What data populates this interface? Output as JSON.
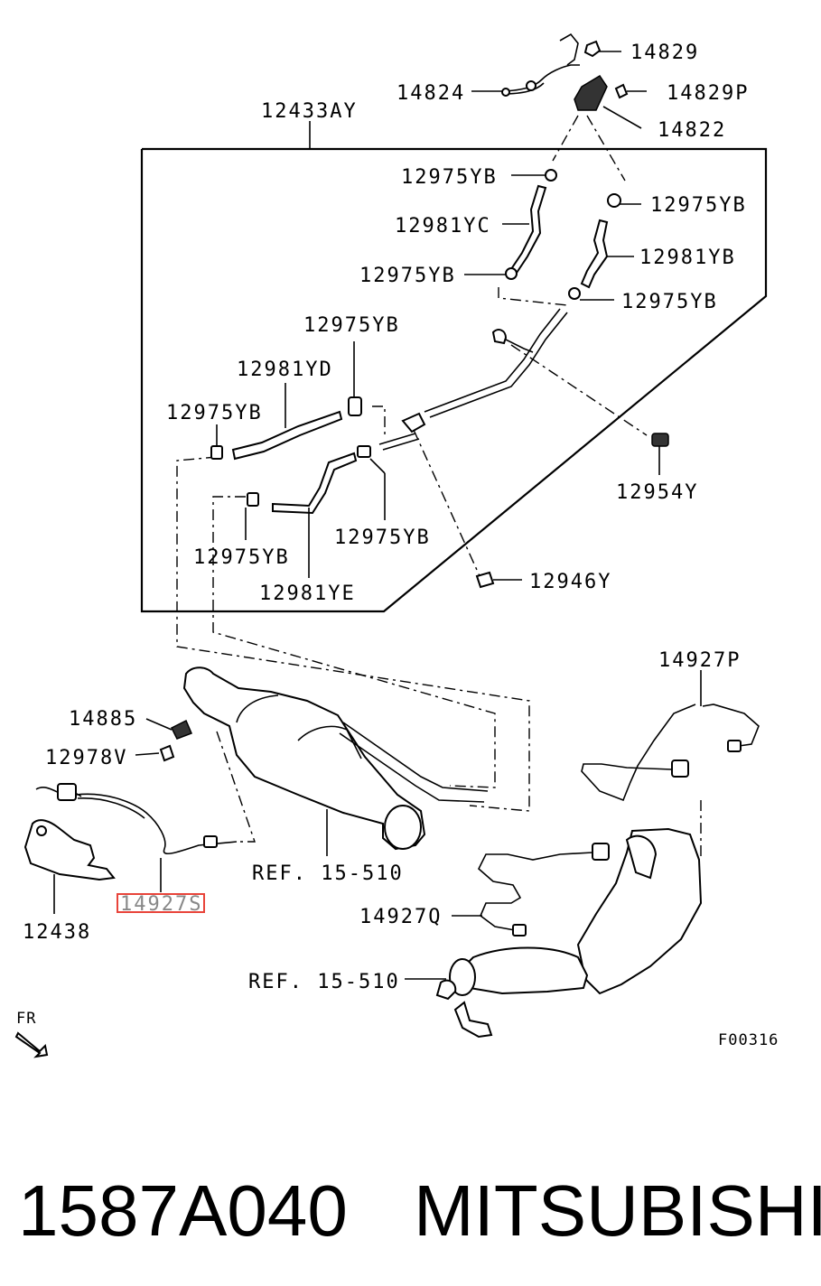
{
  "diagram": {
    "group_label": "12433AY",
    "figure_code": "F00316",
    "direction_label": "FR",
    "part_labels": {
      "p14829": "14829",
      "p14824": "14824",
      "p14829P": "14829P",
      "p14822": "14822",
      "clamp_a": "12975YB",
      "clamp_b": "12975YB",
      "hose_yc": "12981YC",
      "hose_yb": "12981YB",
      "clamp_c": "12975YB",
      "clamp_d": "12975YB",
      "clamp_e": "12975YB",
      "hose_yd": "12981YD",
      "clamp_f": "12975YB",
      "bolt_12954Y": "12954Y",
      "clamp_g": "12975YB",
      "clamp_h": "12975YB",
      "hose_ye": "12981YE",
      "clip_12946Y": "12946Y",
      "sensor_14927P": "14927P",
      "p14885": "14885",
      "p12978V": "12978V",
      "ref_upper": "REF. 15-510",
      "sensor_14927S": "14927S",
      "p12438": "12438",
      "sensor_14927Q": "14927Q",
      "ref_lower": "REF. 15-510"
    },
    "highlighted_part": "14927S"
  },
  "footer": {
    "part_number": "1587A040",
    "brand": "MITSUBISHI"
  }
}
